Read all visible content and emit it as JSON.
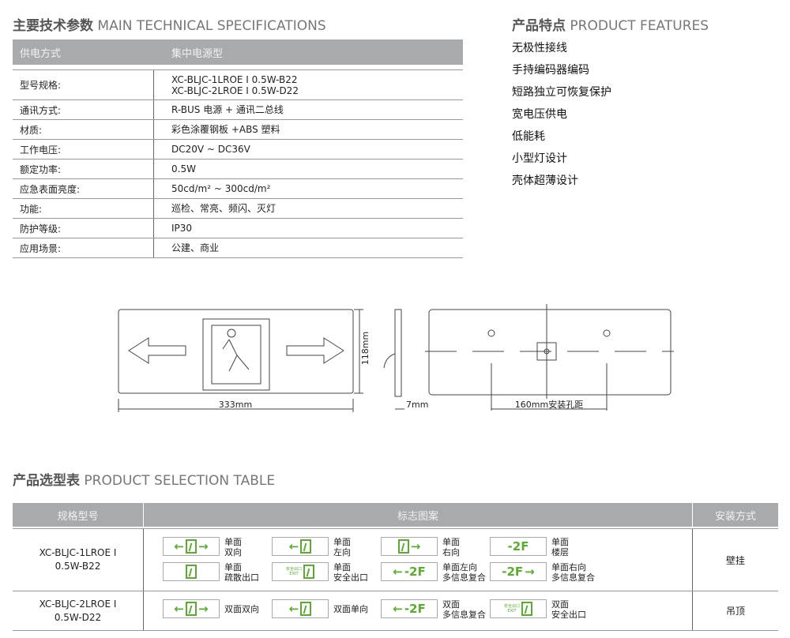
{
  "spec": {
    "title_cn": "主要技术参数",
    "title_en": "MAIN TECHNICAL SPECIFICATIONS",
    "header": [
      "供电方式",
      "集中电源型"
    ],
    "rows": [
      {
        "k": "型号规格:",
        "v": "XC-BLJC-1LROE Ⅰ 0.5W-B22",
        "v2": "XC-BLJC-2LROE Ⅰ 0.5W-D22"
      },
      {
        "k": "通讯方式:",
        "v": "R-BUS 电源 + 通讯二总线"
      },
      {
        "k": "材质:",
        "v": "彩色涂覆钢板 +ABS 塑料"
      },
      {
        "k": "工作电压:",
        "v": "DC20V ~ DC36V"
      },
      {
        "k": "额定功率:",
        "v": "0.5W"
      },
      {
        "k": "应急表面亮度:",
        "v": "50cd/m² ~ 300cd/m²"
      },
      {
        "k": "功能:",
        "v": "巡检、常亮、频闪、灭灯"
      },
      {
        "k": "防护等级:",
        "v": "IP30"
      },
      {
        "k": "应用场景:",
        "v": "公建、商业"
      }
    ]
  },
  "features": {
    "title_cn": "产品特点",
    "title_en": "PRODUCT FEATURES",
    "items": [
      "无极性接线",
      "手持编码器编码",
      "短路独立可恢复保护",
      "宽电压供电",
      "低能耗",
      "小型灯设计",
      "壳体超薄设计"
    ]
  },
  "diagram": {
    "width": "333mm",
    "height": "118mm",
    "depth": "7mm",
    "hole": "160mm安装孔距"
  },
  "selection": {
    "title_cn": "产品选型表",
    "title_en": "PRODUCT SELECTION TABLE",
    "headers": [
      "规格型号",
      "标志图案",
      "安装方式"
    ],
    "sign_text": {
      "floor": "-2F",
      "exit_cn": "安全出口",
      "exit_en": "EXIT"
    },
    "rows": [
      {
        "model1": "XC-BLJC-1LROE Ⅰ",
        "model2": "0.5W-B22",
        "mount": "壁挂",
        "items": [
          [
            "单面",
            "双向"
          ],
          [
            "单面",
            "左向"
          ],
          [
            "单面",
            "右向"
          ],
          [
            "单面",
            "楼层"
          ],
          [
            "单面",
            "疏散出口"
          ],
          [
            "单面",
            "安全出口"
          ],
          [
            "单面左向",
            "多信息复合"
          ],
          [
            "单面右向",
            "多信息复合"
          ]
        ]
      },
      {
        "model1": "XC-BLJC-2LROE Ⅰ",
        "model2": "0.5W-D22",
        "mount": "吊顶",
        "items": [
          [
            "双面双向",
            ""
          ],
          [
            "双面单向",
            ""
          ],
          [
            "双面",
            "多信息复合"
          ],
          [
            "双面",
            "安全出口"
          ]
        ]
      }
    ]
  },
  "colors": {
    "green": "#5aac2f",
    "header_gray": "#a8aaac"
  }
}
